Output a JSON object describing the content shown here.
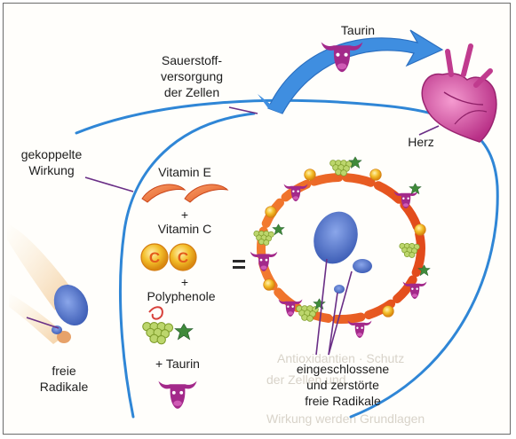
{
  "labels": {
    "taurin_top": "Taurin",
    "sauerstoff": [
      "Sauerstoff-",
      "versorgung",
      "der Zellen"
    ],
    "herz": "Herz",
    "gekoppelte": [
      "gekoppelte",
      "Wirkung"
    ],
    "vitamin_e": "Vitamin E",
    "plus_1": "+",
    "vitamin_c": "Vitamin C",
    "plus_2": "+",
    "polyphenole": "Polyphenole",
    "plus_taurin": "+ Taurin",
    "equals": "=",
    "freie_radikale": [
      "freie",
      "Radikale"
    ],
    "eingeschlossene": [
      "eingeschlossene",
      "und zerstörte",
      "freie Radikale"
    ]
  },
  "vitamin_c_letter": "C",
  "colors": {
    "flow_line": "#2f86d6",
    "bull": "#a3298a",
    "heart": "#d0479e",
    "vitamin_e": "#ee6a2c",
    "vitamin_c": "#f0b21a",
    "grapes": "#b9d46a",
    "leaf": "#3f8a3a",
    "radical": "#5a79c9",
    "pointer": "#6a2e86"
  }
}
